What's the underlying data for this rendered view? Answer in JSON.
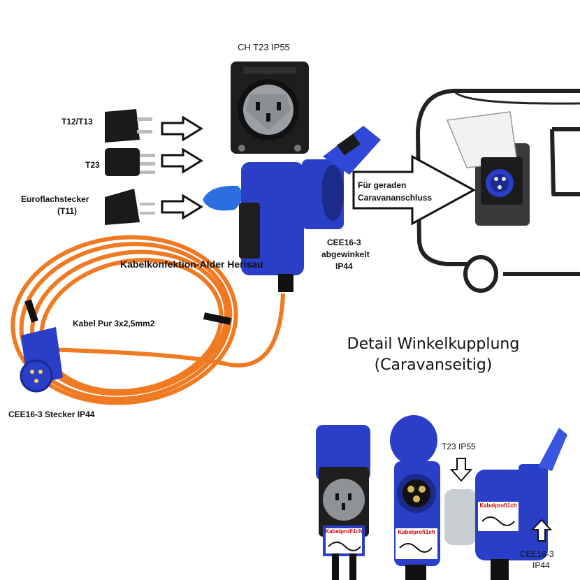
{
  "labels": {
    "ch_t23": "CH T23 IP55",
    "t12": "T12/T13",
    "t23": "T23",
    "euro1": "Euroflachstecker",
    "euro2": "(T11)",
    "cee_angled_1": "CEE16-3",
    "cee_angled_2": "abgewinkelt",
    "cee_angled_3": "IP44",
    "watermark": "Kabelkonfektion-Alder Herisau",
    "cable": "Kabel Pur 3x2,5mm2",
    "cee_plug": "CEE16-3 Stecker IP44",
    "arrow_1": "Für geraden",
    "arrow_2": "Caravananschluss",
    "detail_1": "Detail Winkelkupplung",
    "detail_2": "(Caravanseitig)",
    "t23_ip55": "T23 IP55",
    "cee_bottom_1": "CEE16-3",
    "cee_bottom_2": "IP44",
    "brand": "Kabelprofi1ch"
  },
  "colors": {
    "cee_blue": "#2a3fc8",
    "cable_orange": "#f07a22",
    "socket_grey": "#8a8f93",
    "dark": "#1a1a1a"
  }
}
